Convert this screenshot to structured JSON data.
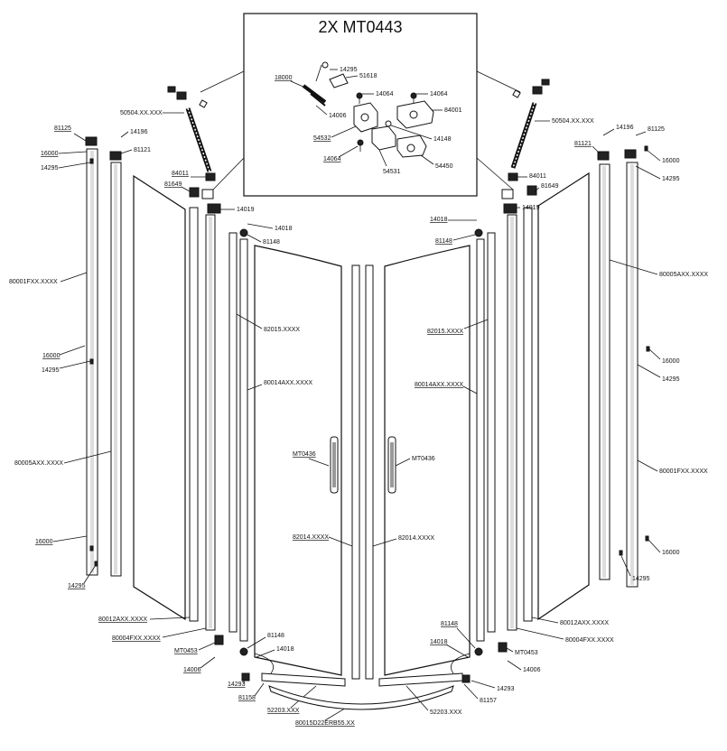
{
  "inset": {
    "title": "2X MT0443"
  },
  "labels": {
    "i14295": "14295",
    "i51618": "51618",
    "i18000": "18000",
    "i14064a": "14064",
    "i14064b": "14064",
    "i84001": "84001",
    "i14006": "14006",
    "i54532": "54532",
    "i14148": "14148",
    "i14064c": "14064",
    "i54531": "54531",
    "i54450": "54450",
    "L50504": "50504.XX.XXX",
    "L81125": "81125",
    "L14196": "14196",
    "L16000a": "16000",
    "L81121": "81121",
    "L14295a": "14295",
    "L84011": "84011",
    "L81649": "81649",
    "L14019": "14019",
    "L14018a": "14018",
    "L81148a": "81148",
    "L80001F": "80001FXX.XXXX",
    "L82015": "82015.XXXX",
    "L16000b": "16000",
    "L14295b": "14295",
    "L80014": "80014AXX.XXXX",
    "L80005A": "80005AXX.XXXX",
    "LMT0436": "MT0436",
    "L82014": "82014.XXXX",
    "L16000c": "16000",
    "L14295c": "14295",
    "L80012": "80012AXX.XXXX",
    "L80004F": "80004FXX.XXXX",
    "L81148b": "81148",
    "L14018b": "14018",
    "LMT0453": "MT0453",
    "L14006": "14006",
    "L14293": "14293",
    "L81158": "81158",
    "L52203": "52203.XXX",
    "L80015": "80015D22ERB55.XX",
    "R50504": "50504.XX.XXX",
    "R14196": "14196",
    "R81125": "81125",
    "R81121": "81121",
    "R16000a": "16000",
    "R14295a": "14295",
    "R84011": "84011",
    "R81649": "81649",
    "R14019": "14019",
    "R14018a": "14018",
    "R81148a": "81148",
    "R80005A": "80005AXX.XXXX",
    "R82015": "82015.XXXX",
    "R16000b": "16000",
    "R14295b": "14295",
    "R80014": "80014AXX.XXXX",
    "RMT0436": "MT0436",
    "R80001F": "80001FXX.XXXX",
    "R82014": "82014.XXXX",
    "R16000c": "16000",
    "R14295c": "14295",
    "R80012": "80012AXX.XXXX",
    "R80004F": "80004FXX.XXXX",
    "R81148b": "81148",
    "R14018b": "14018",
    "RMT0453": "MT0453",
    "R14006": "14006",
    "R14293": "14293",
    "R81157": "81157",
    "R52203": "52203.XXX"
  }
}
